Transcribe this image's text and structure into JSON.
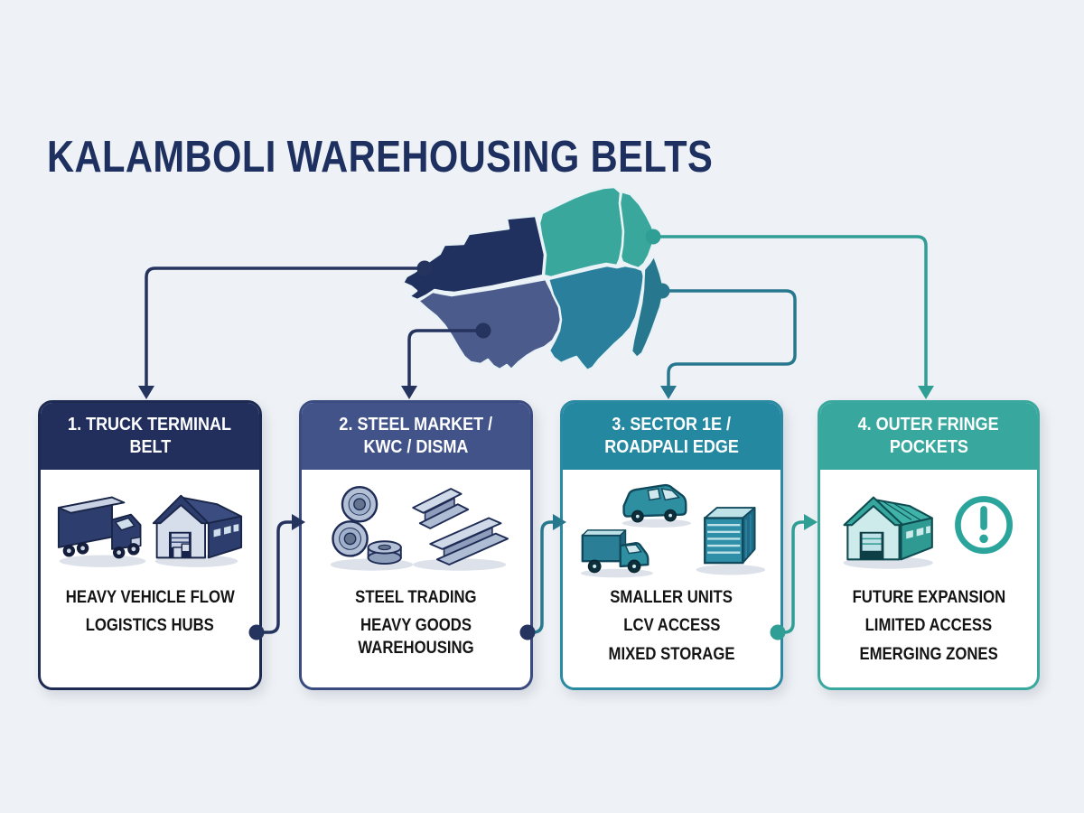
{
  "title": "KALAMBOLI WAREHOUSING BELTS",
  "map": {
    "name": "kalamboli-belts-map",
    "regions": [
      {
        "name": "belt-1-truck-terminal-region",
        "color": "#20305f"
      },
      {
        "name": "belt-2-steel-market-region",
        "color": "#4b5b8c"
      },
      {
        "name": "belt-3-sector-1e-region",
        "color": "#2a7f9c"
      },
      {
        "name": "belt-4-outer-fringe-region",
        "color": "#3aa79c"
      }
    ]
  },
  "connectors": {
    "navy": "#25335f",
    "teal_blue": "#27788f",
    "teal": "#2f9e95"
  },
  "cards": [
    {
      "header_lines": [
        "1. TRUCK TERMINAL",
        "BELT"
      ],
      "lines": [
        "HEAVY VEHICLE FLOW",
        "LOGISTICS HUBS"
      ],
      "icons": [
        "heavy-truck-icon",
        "warehouse-icon"
      ],
      "header_color": "#222f5d",
      "border_color": "#1d2a52"
    },
    {
      "header_lines": [
        "2. STEEL MARKET /",
        "KWC / DISMA"
      ],
      "lines": [
        "STEEL TRADING",
        "HEAVY GOODS WAREHOUSING"
      ],
      "icons": [
        "steel-coils-icon",
        "steel-beams-icon"
      ],
      "header_color": "#42538a",
      "border_color": "#3a4b80"
    },
    {
      "header_lines": [
        "3. SECTOR 1E /",
        "ROADPALI EDGE"
      ],
      "lines": [
        "SMALLER UNITS",
        "LCV ACCESS",
        "MIXED STORAGE"
      ],
      "icons": [
        "van-icon",
        "lcv-truck-icon",
        "storage-container-icon"
      ],
      "header_color": "#2588a1",
      "border_color": "#2a8aa2"
    },
    {
      "header_lines": [
        "4. OUTER FRINGE",
        "POCKETS"
      ],
      "lines": [
        "FUTURE EXPANSION",
        "LIMITED ACCESS",
        "EMERGING ZONES"
      ],
      "icons": [
        "fringe-warehouse-icon",
        "alert-icon"
      ],
      "header_color": "#38a89e",
      "border_color": "#3aa89e"
    }
  ],
  "colors": {
    "background": "#eef1f5",
    "title": "#1e3060",
    "card_text": "#141414",
    "map_stroke": "#e9f3f7"
  }
}
